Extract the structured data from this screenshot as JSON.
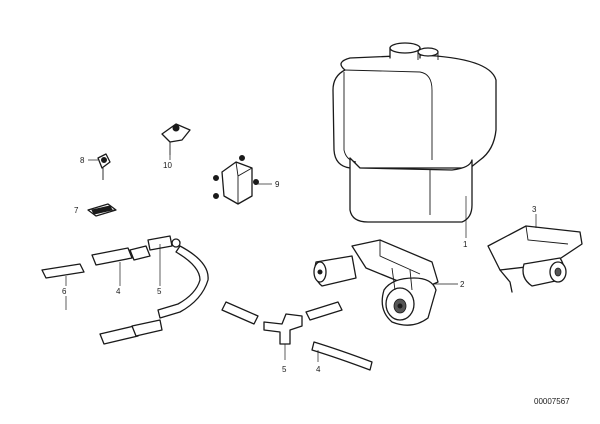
{
  "diagram": {
    "id_label": "00007567",
    "callouts": {
      "c1": "1",
      "c2": "2",
      "c3": "3",
      "c4a": "4",
      "c4b": "4",
      "c5a": "5",
      "c5b": "5",
      "c6": "6",
      "c7": "7",
      "c8": "8",
      "c9": "9",
      "c10": "10"
    }
  }
}
